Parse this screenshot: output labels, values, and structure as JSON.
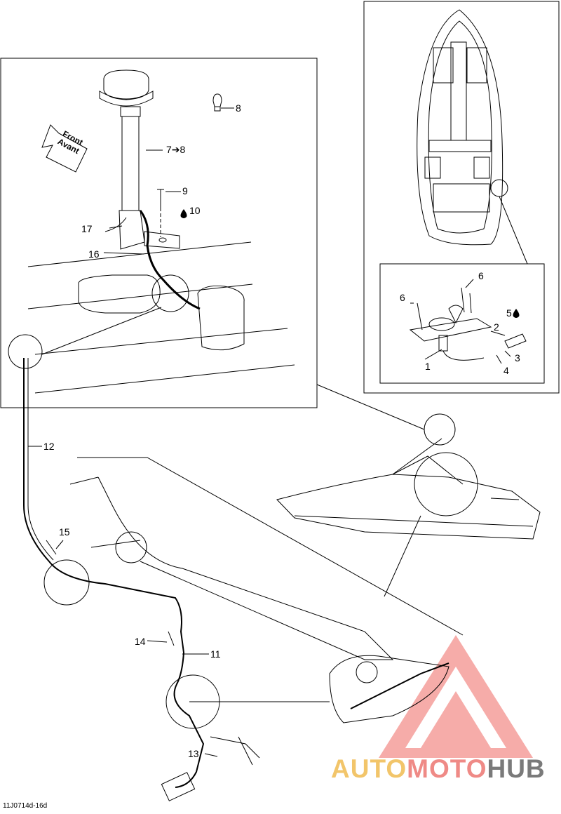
{
  "diagram": {
    "document_id": "11J0714d-16d",
    "front_label": {
      "line1": "Front",
      "line2": "Avant"
    },
    "callouts": {
      "c1": "1",
      "c2": "2",
      "c3": "3",
      "c4": "4",
      "c5": "5",
      "c6a": "6",
      "c6b": "6",
      "c7": "7➔8",
      "c8": "8",
      "c9": "9",
      "c10": "10",
      "c11": "11",
      "c12": "12",
      "c13": "13",
      "c14": "14",
      "c15": "15",
      "c16": "16",
      "c17": "17"
    },
    "drop_icon": "oil-drop-icon"
  },
  "watermark": {
    "part1": "AUTO",
    "part2": "MOTO",
    "part3": "HUB",
    "colors": [
      "#f2c56a",
      "#ef8a86",
      "#7a7a7a"
    ]
  }
}
